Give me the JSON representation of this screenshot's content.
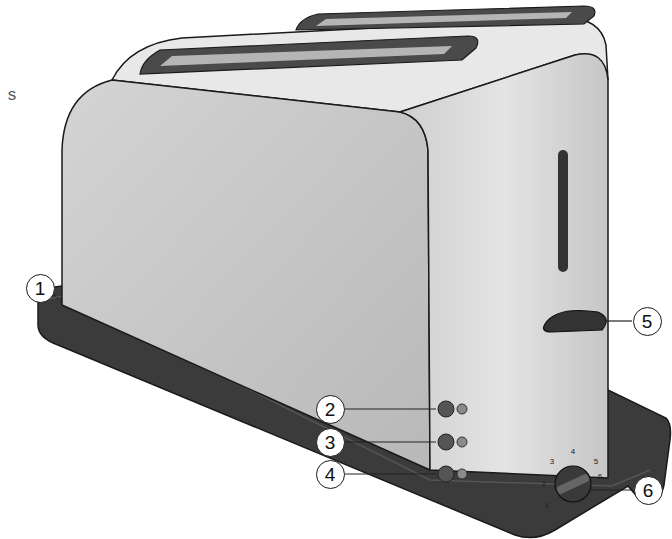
{
  "diagram": {
    "nodes": [
      {
        "text": [
          "1"
        ]
      },
      {
        "text": [
          "2"
        ]
      },
      {
        "text": [
          "3"
        ]
      },
      {
        "text": [
          "4"
        ]
      },
      {
        "text": [
          "5"
        ]
      },
      {
        "text": [
          "6"
        ]
      }
    ],
    "labels": [
      "s",
      "1",
      "2",
      "3",
      "4",
      "5",
      "6"
    ]
  }
}
